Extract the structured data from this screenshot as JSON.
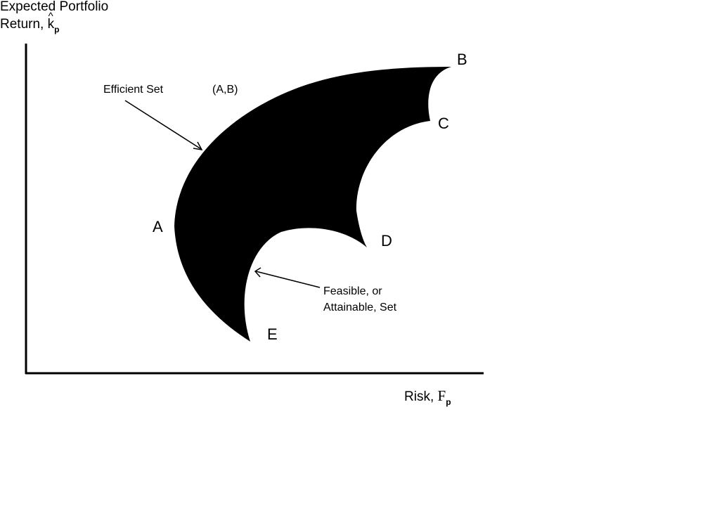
{
  "axes": {
    "y_label_line1": "Expected Portfolio",
    "y_label_line2_prefix": "Return,",
    "y_symbol": "k",
    "y_symbol_accent": "^",
    "y_subscript": "p",
    "x_label_prefix": "Risk,",
    "x_symbol": "F",
    "x_subscript": "p"
  },
  "points": {
    "A": "A",
    "B": "B",
    "C": "C",
    "D": "D",
    "E": "E"
  },
  "annotations": {
    "efficient_set": "Efficient Set",
    "efficient_set_range": "(A,B)",
    "feasible_line1": "Feasible, or",
    "feasible_line2": "Attainable, Set"
  },
  "colors": {
    "region_fill": "#000000",
    "background": "#ffffff"
  }
}
